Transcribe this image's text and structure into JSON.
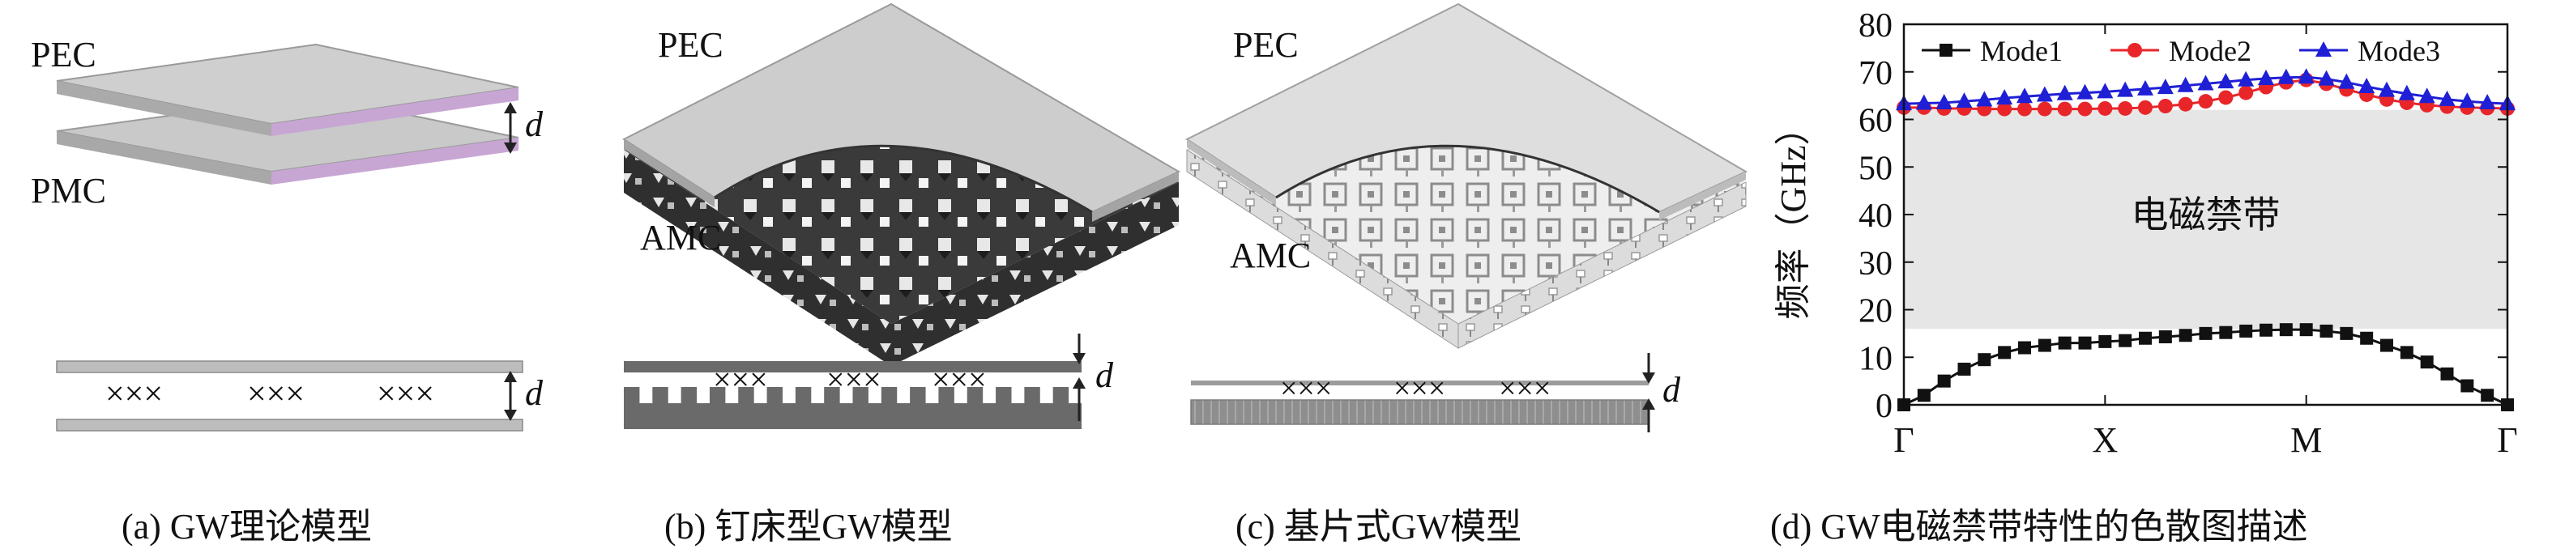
{
  "panel_a": {
    "pec_label": "PEC",
    "pmc_label": "PMC",
    "gap_label": "d",
    "cross_groups": [
      "×××",
      "×××",
      "×××"
    ],
    "caption": "(a) GW理论模型"
  },
  "panel_b": {
    "pec_label": "PEC",
    "amc_label": "AMC",
    "gap_label": "d",
    "cross_groups": [
      "×××",
      "×××",
      "×××"
    ],
    "caption": "(b) 钉床型GW模型"
  },
  "panel_c": {
    "pec_label": "PEC",
    "amc_label": "AMC",
    "gap_label": "d",
    "cross_groups": [
      "×××",
      "×××",
      "×××"
    ],
    "caption": "(c) 基片式GW模型"
  },
  "panel_d": {
    "caption": "(d) GW电磁禁带特性的色散图描述",
    "band_label": "电磁禁带",
    "colors": {
      "mode1": "#111111",
      "mode2": "#e8262a",
      "mode3": "#1f1fd6",
      "band": "#e6e6e6"
    }
  },
  "chart_data": {
    "type": "line",
    "ylabel": "频率（GHz）",
    "ylim": [
      0,
      80
    ],
    "yticks": [
      0,
      10,
      20,
      30,
      40,
      50,
      60,
      70,
      80
    ],
    "xtick_labels": [
      "Γ",
      "X",
      "M",
      "Γ"
    ],
    "xlim": [
      0,
      3
    ],
    "band_gap": [
      16,
      62
    ],
    "legend_position": "top",
    "series": [
      {
        "name": "Mode1",
        "marker": "square",
        "x": [
          0,
          0.1,
          0.2,
          0.3,
          0.4,
          0.5,
          0.6,
          0.7,
          0.8,
          0.9,
          1.0,
          1.1,
          1.2,
          1.3,
          1.4,
          1.5,
          1.6,
          1.7,
          1.8,
          1.9,
          2.0,
          2.1,
          2.2,
          2.3,
          2.4,
          2.5,
          2.6,
          2.7,
          2.8,
          2.9,
          3.0
        ],
        "y": [
          0,
          2,
          5,
          7.5,
          9.5,
          11,
          12,
          12.5,
          13,
          13,
          13.3,
          13.5,
          14,
          14.3,
          14.6,
          15,
          15.2,
          15.5,
          15.7,
          15.8,
          15.8,
          15.5,
          15,
          14,
          12.5,
          11,
          9,
          6.5,
          4,
          2,
          0
        ]
      },
      {
        "name": "Mode2",
        "marker": "circle",
        "x": [
          0,
          0.1,
          0.2,
          0.3,
          0.4,
          0.5,
          0.6,
          0.7,
          0.8,
          0.9,
          1.0,
          1.1,
          1.2,
          1.3,
          1.4,
          1.5,
          1.6,
          1.7,
          1.8,
          1.9,
          2.0,
          2.1,
          2.2,
          2.3,
          2.4,
          2.5,
          2.6,
          2.7,
          2.8,
          2.9,
          3.0
        ],
        "y": [
          62.5,
          62.5,
          62.3,
          62.3,
          62.2,
          62.2,
          62.2,
          62.2,
          62.2,
          62.2,
          62.3,
          62.3,
          62.5,
          62.8,
          63.2,
          63.8,
          64.6,
          65.6,
          66.8,
          67.8,
          68.3,
          67.5,
          66.3,
          65.2,
          64.2,
          63.5,
          63,
          62.7,
          62.5,
          62.4,
          62.3
        ]
      },
      {
        "name": "Mode3",
        "marker": "triangle",
        "x": [
          0,
          0.1,
          0.2,
          0.3,
          0.4,
          0.5,
          0.6,
          0.7,
          0.8,
          0.9,
          1.0,
          1.1,
          1.2,
          1.3,
          1.4,
          1.5,
          1.6,
          1.7,
          1.8,
          1.9,
          2.0,
          2.1,
          2.2,
          2.3,
          2.4,
          2.5,
          2.6,
          2.7,
          2.8,
          2.9,
          3.0
        ],
        "y": [
          63.3,
          63.4,
          63.5,
          63.8,
          64.1,
          64.5,
          64.8,
          65.1,
          65.4,
          65.6,
          65.8,
          66.1,
          66.4,
          66.7,
          67.1,
          67.5,
          67.9,
          68.3,
          68.6,
          68.8,
          68.9,
          68.5,
          67.8,
          66.9,
          66.1,
          65.4,
          64.8,
          64.2,
          63.8,
          63.5,
          63.3
        ]
      }
    ]
  }
}
